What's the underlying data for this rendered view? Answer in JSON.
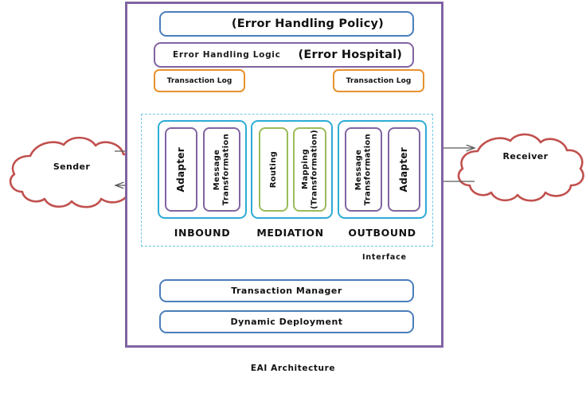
{
  "diagram": {
    "caption": "EAI Architecture",
    "interface_label": "Interface",
    "colors": {
      "frame_purple": "#8064A2",
      "blue": "#4A7EBB",
      "orange": "#E8912D",
      "cyan": "#2CACD6",
      "green": "#9BBB59",
      "cloud_red": "#C0504D",
      "interface_dash": "#6FC8E8",
      "arrow_gray": "#595959"
    }
  },
  "top": {
    "policy_label": "(Error Handling Policy)",
    "error_handling_logic_label": "Error Handling Logic",
    "error_hospital_label": "(Error Hospital)",
    "transaction_log_left": "Transaction Log",
    "transaction_log_right": "Transaction Log"
  },
  "pipeline": {
    "groups": [
      {
        "name": "inbound",
        "label": "INBOUND",
        "cells": [
          {
            "name": "adapter",
            "label": "Adapter",
            "style": "purple",
            "emphasis": "big"
          },
          {
            "name": "message-transformation",
            "label": "Message\nTransformation",
            "style": "purple",
            "emphasis": "normal"
          }
        ]
      },
      {
        "name": "mediation",
        "label": "MEDIATION",
        "cells": [
          {
            "name": "routing",
            "label": "Routing",
            "style": "green",
            "emphasis": "normal"
          },
          {
            "name": "mapping",
            "label": "Mapping\n(Transformation)",
            "style": "green",
            "emphasis": "normal"
          }
        ]
      },
      {
        "name": "outbound",
        "label": "OUTBOUND",
        "cells": [
          {
            "name": "message-transformation",
            "label": "Message\nTransformation",
            "style": "purple",
            "emphasis": "normal"
          },
          {
            "name": "adapter",
            "label": "Adapter",
            "style": "purple",
            "emphasis": "big"
          }
        ]
      }
    ]
  },
  "bottom": {
    "transaction_manager": "Transaction Manager",
    "dynamic_deployment": "Dynamic Deployment"
  },
  "endpoints": {
    "sender": "Sender",
    "receiver": "Receiver"
  }
}
